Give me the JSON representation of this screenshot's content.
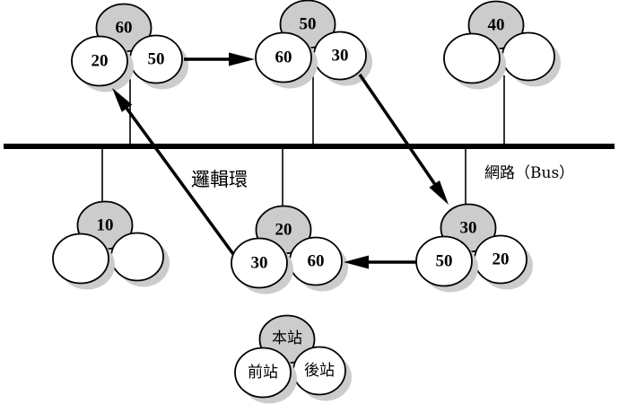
{
  "diagram": {
    "ring_label": "邏輯環",
    "bus_label": "網路（Bus）",
    "stations": [
      {
        "self": "60",
        "predecessor": "20",
        "successor": "50"
      },
      {
        "self": "50",
        "predecessor": "60",
        "successor": "30"
      },
      {
        "self": "40",
        "predecessor": "",
        "successor": ""
      },
      {
        "self": "10",
        "predecessor": "",
        "successor": ""
      },
      {
        "self": "20",
        "predecessor": "30",
        "successor": "60"
      },
      {
        "self": "30",
        "predecessor": "50",
        "successor": "20"
      }
    ],
    "legend": {
      "self": "本站",
      "predecessor": "前站",
      "successor": "後站"
    },
    "colors": {
      "station_fill": "#cccccc",
      "neighbor_fill": "#ffffff",
      "shadow": "#cccccc",
      "line": "#000000"
    }
  }
}
